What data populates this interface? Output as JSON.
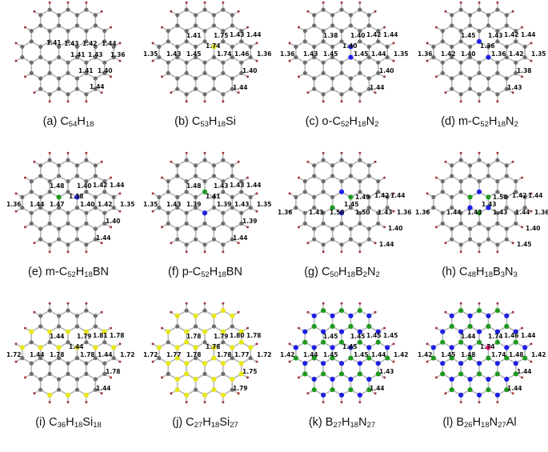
{
  "figure": {
    "colors": {
      "carbon": "#6e6e6e",
      "hydrogen": "#a0393c",
      "nitrogen": "#1f1fe6",
      "boron": "#1e9a1e",
      "silicon": "#e6e61a",
      "aluminum": "#e6197a",
      "bond": "#b5b5b5",
      "caption_text": "#111111"
    },
    "panels": [
      {
        "id": "a",
        "caption_prefix": "(a) ",
        "formula": [
          [
            "C",
            "54"
          ],
          [
            "H",
            "18"
          ]
        ],
        "lattice": "carbon",
        "special_atoms": [],
        "bond_labels": [
          "1.41",
          "1.43",
          "1.42",
          "1.44",
          "1.41",
          "1.43",
          "1.36",
          "1.41",
          "1.40",
          "1.44"
        ]
      },
      {
        "id": "b",
        "caption_prefix": "(b) ",
        "formula": [
          [
            "C",
            "53"
          ],
          [
            "H",
            "18"
          ],
          [
            "Si",
            ""
          ]
        ],
        "lattice": "carbon",
        "special_atoms": [
          {
            "element": "Si",
            "pos": "center-top-right"
          }
        ],
        "bond_labels": [
          "1.41",
          "1.75",
          "1.43",
          "1.44",
          "1.74",
          "1.35",
          "1.43",
          "1.45",
          "1.74",
          "1.46",
          "1.36",
          "1.40",
          "1.44"
        ]
      },
      {
        "id": "c",
        "caption_prefix": "(c) o-",
        "formula": [
          [
            "C",
            "52"
          ],
          [
            "H",
            "18"
          ],
          [
            "N",
            "2"
          ]
        ],
        "lattice": "carbon",
        "special_atoms": [
          {
            "element": "N",
            "pos": "center-top-right"
          },
          {
            "element": "N",
            "pos": "center-bottom-right"
          }
        ],
        "bond_labels": [
          "1.38",
          "1.40",
          "1.42",
          "1.44",
          "1.40",
          "1.36",
          "1.43",
          "1.45",
          "1.45",
          "1.44",
          "1.35",
          "1.40",
          "1.44"
        ]
      },
      {
        "id": "d",
        "caption_prefix": "(d) m-",
        "formula": [
          [
            "C",
            "52"
          ],
          [
            "H",
            "18"
          ],
          [
            "N",
            "2"
          ]
        ],
        "lattice": "carbon",
        "special_atoms": [
          {
            "element": "N",
            "pos": "center-top"
          },
          {
            "element": "N",
            "pos": "center-bottom-right"
          }
        ],
        "bond_labels": [
          "1.45",
          "1.43",
          "1.42",
          "1.44",
          "1.36",
          "1.36",
          "1.42",
          "1.40",
          "1.36",
          "1.42",
          "1.35",
          "1.38",
          "1.43"
        ]
      },
      {
        "id": "e",
        "caption_prefix": "(e) m-",
        "formula": [
          [
            "C",
            "52"
          ],
          [
            "H",
            "18"
          ],
          [
            "B",
            ""
          ],
          [
            "N",
            ""
          ]
        ],
        "lattice": "carbon",
        "special_atoms": [
          {
            "element": "B",
            "pos": "center-top-left"
          },
          {
            "element": "N",
            "pos": "center-top-right"
          }
        ],
        "bond_labels": [
          "1.48",
          "1.40",
          "1.42",
          "1.44",
          "1.38",
          "1.36",
          "1.44",
          "1.47",
          "1.40",
          "1.42",
          "1.35",
          "1.40",
          "1.44"
        ]
      },
      {
        "id": "f",
        "caption_prefix": "(f) p-",
        "formula": [
          [
            "C",
            "52"
          ],
          [
            "H",
            "18"
          ],
          [
            "B",
            ""
          ],
          [
            "N",
            ""
          ]
        ],
        "lattice": "carbon",
        "special_atoms": [
          {
            "element": "B",
            "pos": "center-top"
          },
          {
            "element": "N",
            "pos": "center-bottom"
          }
        ],
        "bond_labels": [
          "1.48",
          "1.43",
          "1.43",
          "1.44",
          "1.41",
          "1.35",
          "1.43",
          "1.39",
          "1.39",
          "1.43",
          "1.35",
          "1.39",
          "1.44"
        ]
      },
      {
        "id": "g",
        "caption_prefix": "(g) ",
        "formula": [
          [
            "C",
            "50"
          ],
          [
            "H",
            "18"
          ],
          [
            "B",
            "2"
          ],
          [
            "N",
            "2"
          ]
        ],
        "lattice": "carbon",
        "special_atoms": [
          {
            "element": "N",
            "pos": "center-top"
          },
          {
            "element": "B",
            "pos": "center-top-right"
          },
          {
            "element": "B",
            "pos": "center-bottom-left"
          },
          {
            "element": "N",
            "pos": "center-bottom"
          }
        ],
        "bond_labels": [
          "1.49",
          "1.42",
          "1.44",
          "1.45",
          "1.36",
          "1.43",
          "1.50",
          "1.50",
          "1.43",
          "1.36",
          "1.40",
          "1.44"
        ]
      },
      {
        "id": "h",
        "caption_prefix": "(h) ",
        "formula": [
          [
            "C",
            "48"
          ],
          [
            "H",
            "18"
          ],
          [
            "B",
            "3"
          ],
          [
            "N",
            "3"
          ]
        ],
        "lattice": "carbon",
        "special_atoms": [
          {
            "element": "N",
            "pos": "center-top"
          },
          {
            "element": "B",
            "pos": "center-top-right"
          },
          {
            "element": "N",
            "pos": "center-bottom-right"
          },
          {
            "element": "B",
            "pos": "center-bottom"
          },
          {
            "element": "N",
            "pos": "center-bottom-left"
          },
          {
            "element": "B",
            "pos": "center-top-left"
          }
        ],
        "bond_labels": [
          "1.50",
          "1.42",
          "1.44",
          "1.43",
          "1.36",
          "1.44",
          "1.43",
          "1.43",
          "1.44",
          "1.36",
          "1.40",
          "1.45"
        ]
      },
      {
        "id": "i",
        "caption_prefix": "(i) ",
        "formula": [
          [
            "C",
            "36"
          ],
          [
            "H",
            "18"
          ],
          [
            "Si",
            "18"
          ]
        ],
        "lattice": "c-si",
        "special_atoms": [],
        "bond_labels": [
          "1.44",
          "1.79",
          "1.81",
          "1.78",
          "1.44",
          "1.72",
          "1.44",
          "1.78",
          "1.78",
          "1.44",
          "1.72",
          "1.78",
          "1.44"
        ]
      },
      {
        "id": "j",
        "caption_prefix": "(j) ",
        "formula": [
          [
            "C",
            "27"
          ],
          [
            "H",
            "18"
          ],
          [
            "Si",
            "27"
          ]
        ],
        "lattice": "c-si-rich",
        "special_atoms": [],
        "bond_labels": [
          "1.78",
          "1.79",
          "1.80",
          "1.78",
          "1.78",
          "1.72",
          "1.77",
          "1.78",
          "1.78",
          "1.77",
          "1.72",
          "1.75",
          "1.79"
        ]
      },
      {
        "id": "k",
        "caption_prefix": "(k) ",
        "formula": [
          [
            "B",
            "27"
          ],
          [
            "H",
            "18"
          ],
          [
            "N",
            "27"
          ]
        ],
        "lattice": "bn",
        "special_atoms": [],
        "bond_labels": [
          "1.45",
          "1.45",
          "1.45",
          "1.45",
          "1.45",
          "1.42",
          "1.44",
          "1.45",
          "1.45",
          "1.44",
          "1.42",
          "1.43",
          "1.44"
        ]
      },
      {
        "id": "l",
        "caption_prefix": "(l) ",
        "formula": [
          [
            "B",
            "26"
          ],
          [
            "H",
            "18"
          ],
          [
            "N",
            "27"
          ],
          [
            "Al",
            ""
          ]
        ],
        "lattice": "bn",
        "special_atoms": [
          {
            "element": "Al",
            "pos": "center-top-right"
          }
        ],
        "bond_labels": [
          "1.44",
          "1.74",
          "1.46",
          "1.44",
          "1.74",
          "1.42",
          "1.45",
          "1.48",
          "1.74",
          "1.48",
          "1.42",
          "1.44",
          "1.44"
        ]
      }
    ]
  }
}
